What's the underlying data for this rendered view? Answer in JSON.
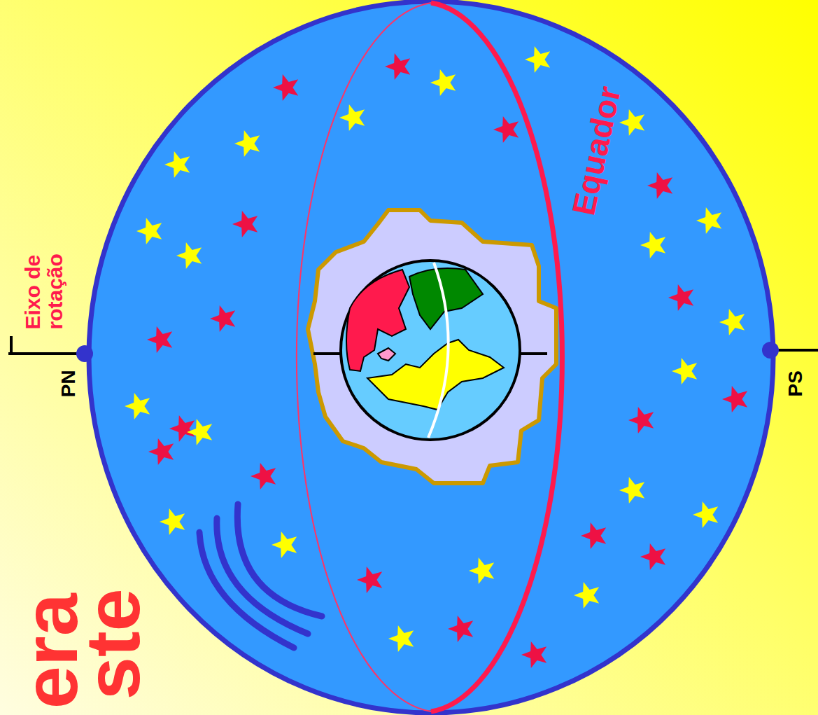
{
  "diagram": {
    "labels": [
      "Eixo de rotação",
      "PN",
      "PS",
      "Equador",
      "era",
      "ste"
    ]
  }
}
